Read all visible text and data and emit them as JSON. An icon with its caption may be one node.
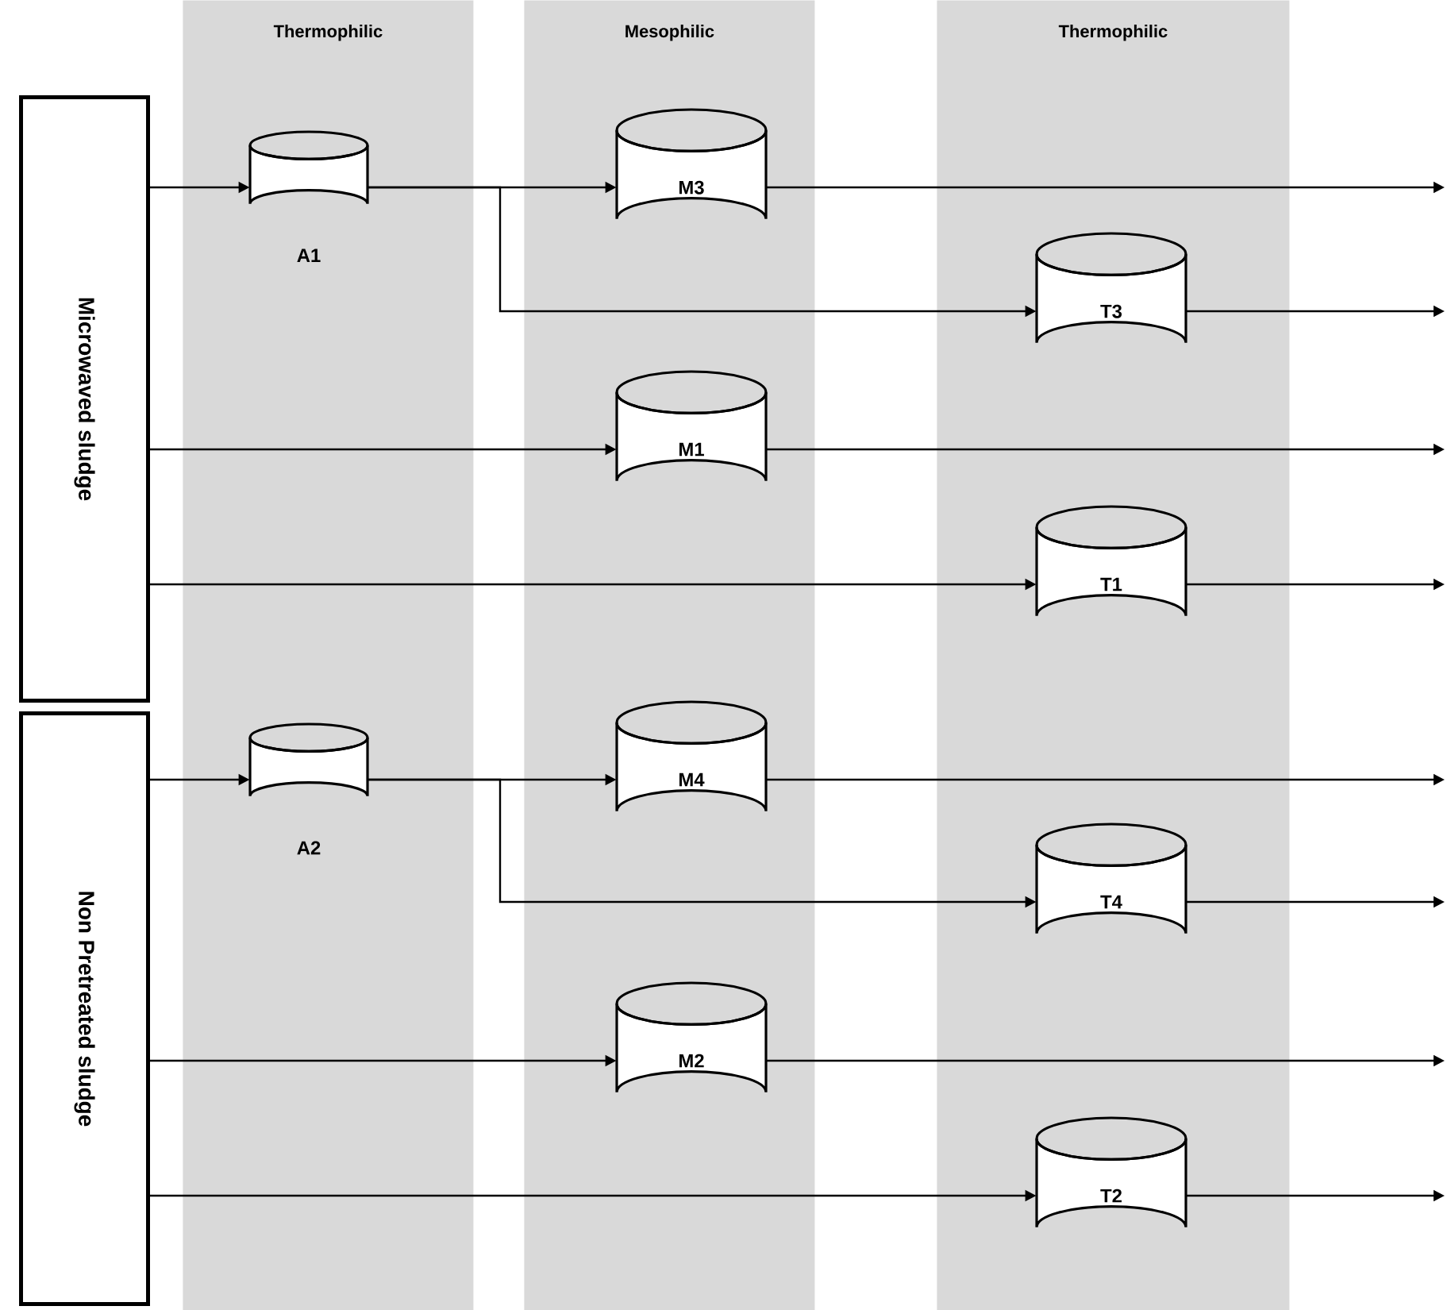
{
  "diagram": {
    "nodes": [
      {
        "text": [
          "Thermophilic"
        ]
      },
      {
        "text": [
          "Mesophilic"
        ]
      },
      {
        "text": [
          "Thermophilic"
        ]
      },
      {
        "text": [
          "Microwaved sludge"
        ]
      },
      {
        "text": [
          "A1"
        ],
        "in": 0
      },
      {
        "text": [
          "M3"
        ],
        "in": 1
      },
      {
        "text": [
          "T3"
        ],
        "in": 2
      },
      {
        "text": [
          "M1"
        ],
        "in": 1
      },
      {
        "text": [
          "T1"
        ],
        "in": 2
      },
      {
        "text": [
          "Non Pretreated sludge"
        ]
      },
      {
        "text": [
          "A2"
        ],
        "in": 0
      },
      {
        "text": [
          "M4"
        ],
        "in": 1
      },
      {
        "text": [
          "T4"
        ],
        "in": 2
      },
      {
        "text": [
          "M2"
        ],
        "in": 1
      },
      {
        "text": [
          "T2"
        ],
        "in": 2
      }
    ],
    "edges": [
      {
        "from": 3,
        "to": 4,
        "arrow": "to"
      },
      {
        "from": 4,
        "to": 5,
        "arrow": "to"
      },
      {
        "from": 4,
        "to": 6,
        "arrow": "to"
      },
      {
        "from": 3,
        "to": 7,
        "arrow": "to"
      },
      {
        "from": 3,
        "to": 8,
        "arrow": "to"
      },
      {
        "from": 5,
        "to": null,
        "arrow": "to"
      },
      {
        "from": 6,
        "to": null,
        "arrow": "to"
      },
      {
        "from": 7,
        "to": null,
        "arrow": "to"
      },
      {
        "from": 8,
        "to": null,
        "arrow": "to"
      },
      {
        "from": 9,
        "to": 10,
        "arrow": "to"
      },
      {
        "from": 10,
        "to": 11,
        "arrow": "to"
      },
      {
        "from": 10,
        "to": 12,
        "arrow": "to"
      },
      {
        "from": 9,
        "to": 13,
        "arrow": "to"
      },
      {
        "from": 9,
        "to": 14,
        "arrow": "to"
      },
      {
        "from": 11,
        "to": null,
        "arrow": "to"
      },
      {
        "from": 12,
        "to": null,
        "arrow": "to"
      },
      {
        "from": 13,
        "to": null,
        "arrow": "to"
      },
      {
        "from": 14,
        "to": null,
        "arrow": "to"
      }
    ]
  }
}
